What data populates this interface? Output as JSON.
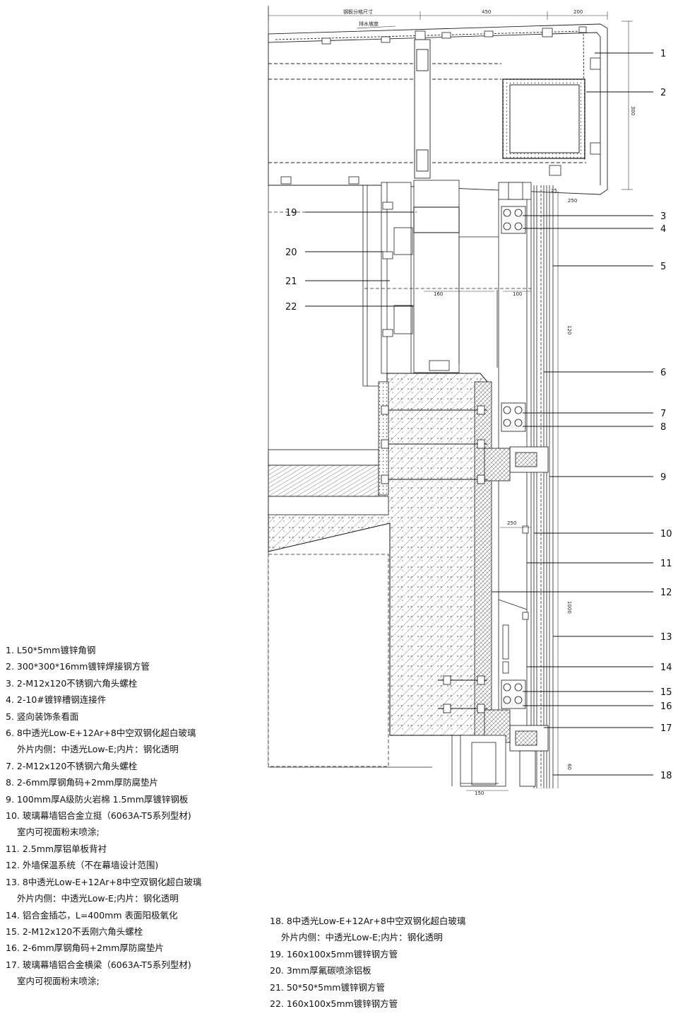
{
  "drawing": {
    "dimensions": {
      "top_label": "钢板分格尺寸",
      "top_mid": "450",
      "top_right": "200",
      "slope_label": "排水坡度",
      "right_vertical": "300",
      "d250": "250",
      "d160": "160",
      "d100": "100",
      "d1000": "1000",
      "d250b": "250",
      "d150": "150",
      "d120": "120",
      "d60": "60",
      "d25": "25"
    },
    "callouts_right": [
      "1",
      "2",
      "3",
      "4",
      "5",
      "6",
      "7",
      "8",
      "9",
      "10",
      "11",
      "12",
      "13",
      "14",
      "15",
      "16",
      "17",
      "18"
    ],
    "callouts_left": [
      "19",
      "20",
      "21",
      "22"
    ]
  },
  "legend_left": [
    {
      "text": "1. L50*5mm镀锌角钢"
    },
    {
      "text": "2. 300*300*16mm镀锌焊接钢方管"
    },
    {
      "text": "3. 2-M12x120不锈钢六角头螺栓"
    },
    {
      "text": "4. 2-10#镀锌槽钢连接件"
    },
    {
      "text": "5. 竖向装饰条看面"
    },
    {
      "text": "6. 8中透光Low-E+12Ar+8中空双钢化超白玻璃"
    },
    {
      "text": "外片内侧：中透光Low-E;内片：钢化透明",
      "cont": true
    },
    {
      "text": "7. 2-M12x120不锈钢六角头螺栓"
    },
    {
      "text": "8. 2-6mm厚钢角码+2mm厚防腐垫片"
    },
    {
      "text": "9. 100mm厚A级防火岩棉 1.5mm厚镀锌钢板"
    },
    {
      "text": "10. 玻璃幕墙铝合金立挺（6063A-T5系列型材)"
    },
    {
      "text": "室内可视面粉末喷涂;",
      "cont": true
    },
    {
      "text": "11. 2.5mm厚铝单板背衬"
    },
    {
      "text": "12. 外墙保温系统（不在幕墙设计范围)"
    },
    {
      "text": "13. 8中透光Low-E+12Ar+8中空双钢化超白玻璃"
    },
    {
      "text": "外片内侧：中透光Low-E;内片：钢化透明",
      "cont": true
    },
    {
      "text": "14. 铝合金插芯，L=400mm 表面阳极氧化"
    },
    {
      "text": "15. 2-M12x120不丢刚六角头螺栓"
    },
    {
      "text": "16. 2-6mm厚钢角码+2mm厚防腐垫片"
    },
    {
      "text": "17. 玻璃幕墙铝合金横梁（6063A-T5系列型材)"
    },
    {
      "text": "室内可视面粉末喷涂;",
      "cont": true
    }
  ],
  "legend_right": [
    {
      "text": "18. 8中透光Low-E+12Ar+8中空双钢化超白玻璃"
    },
    {
      "text": "外片内侧：中透光Low-E;内片：钢化透明",
      "cont": true
    },
    {
      "text": "19. 160x100x5mm镀锌钢方管"
    },
    {
      "text": "20. 3mm厚氟碳喷涂铝板"
    },
    {
      "text": "21. 50*50*5mm镀锌钢方管"
    },
    {
      "text": "22. 160x100x5mm镀锌钢方管"
    }
  ]
}
